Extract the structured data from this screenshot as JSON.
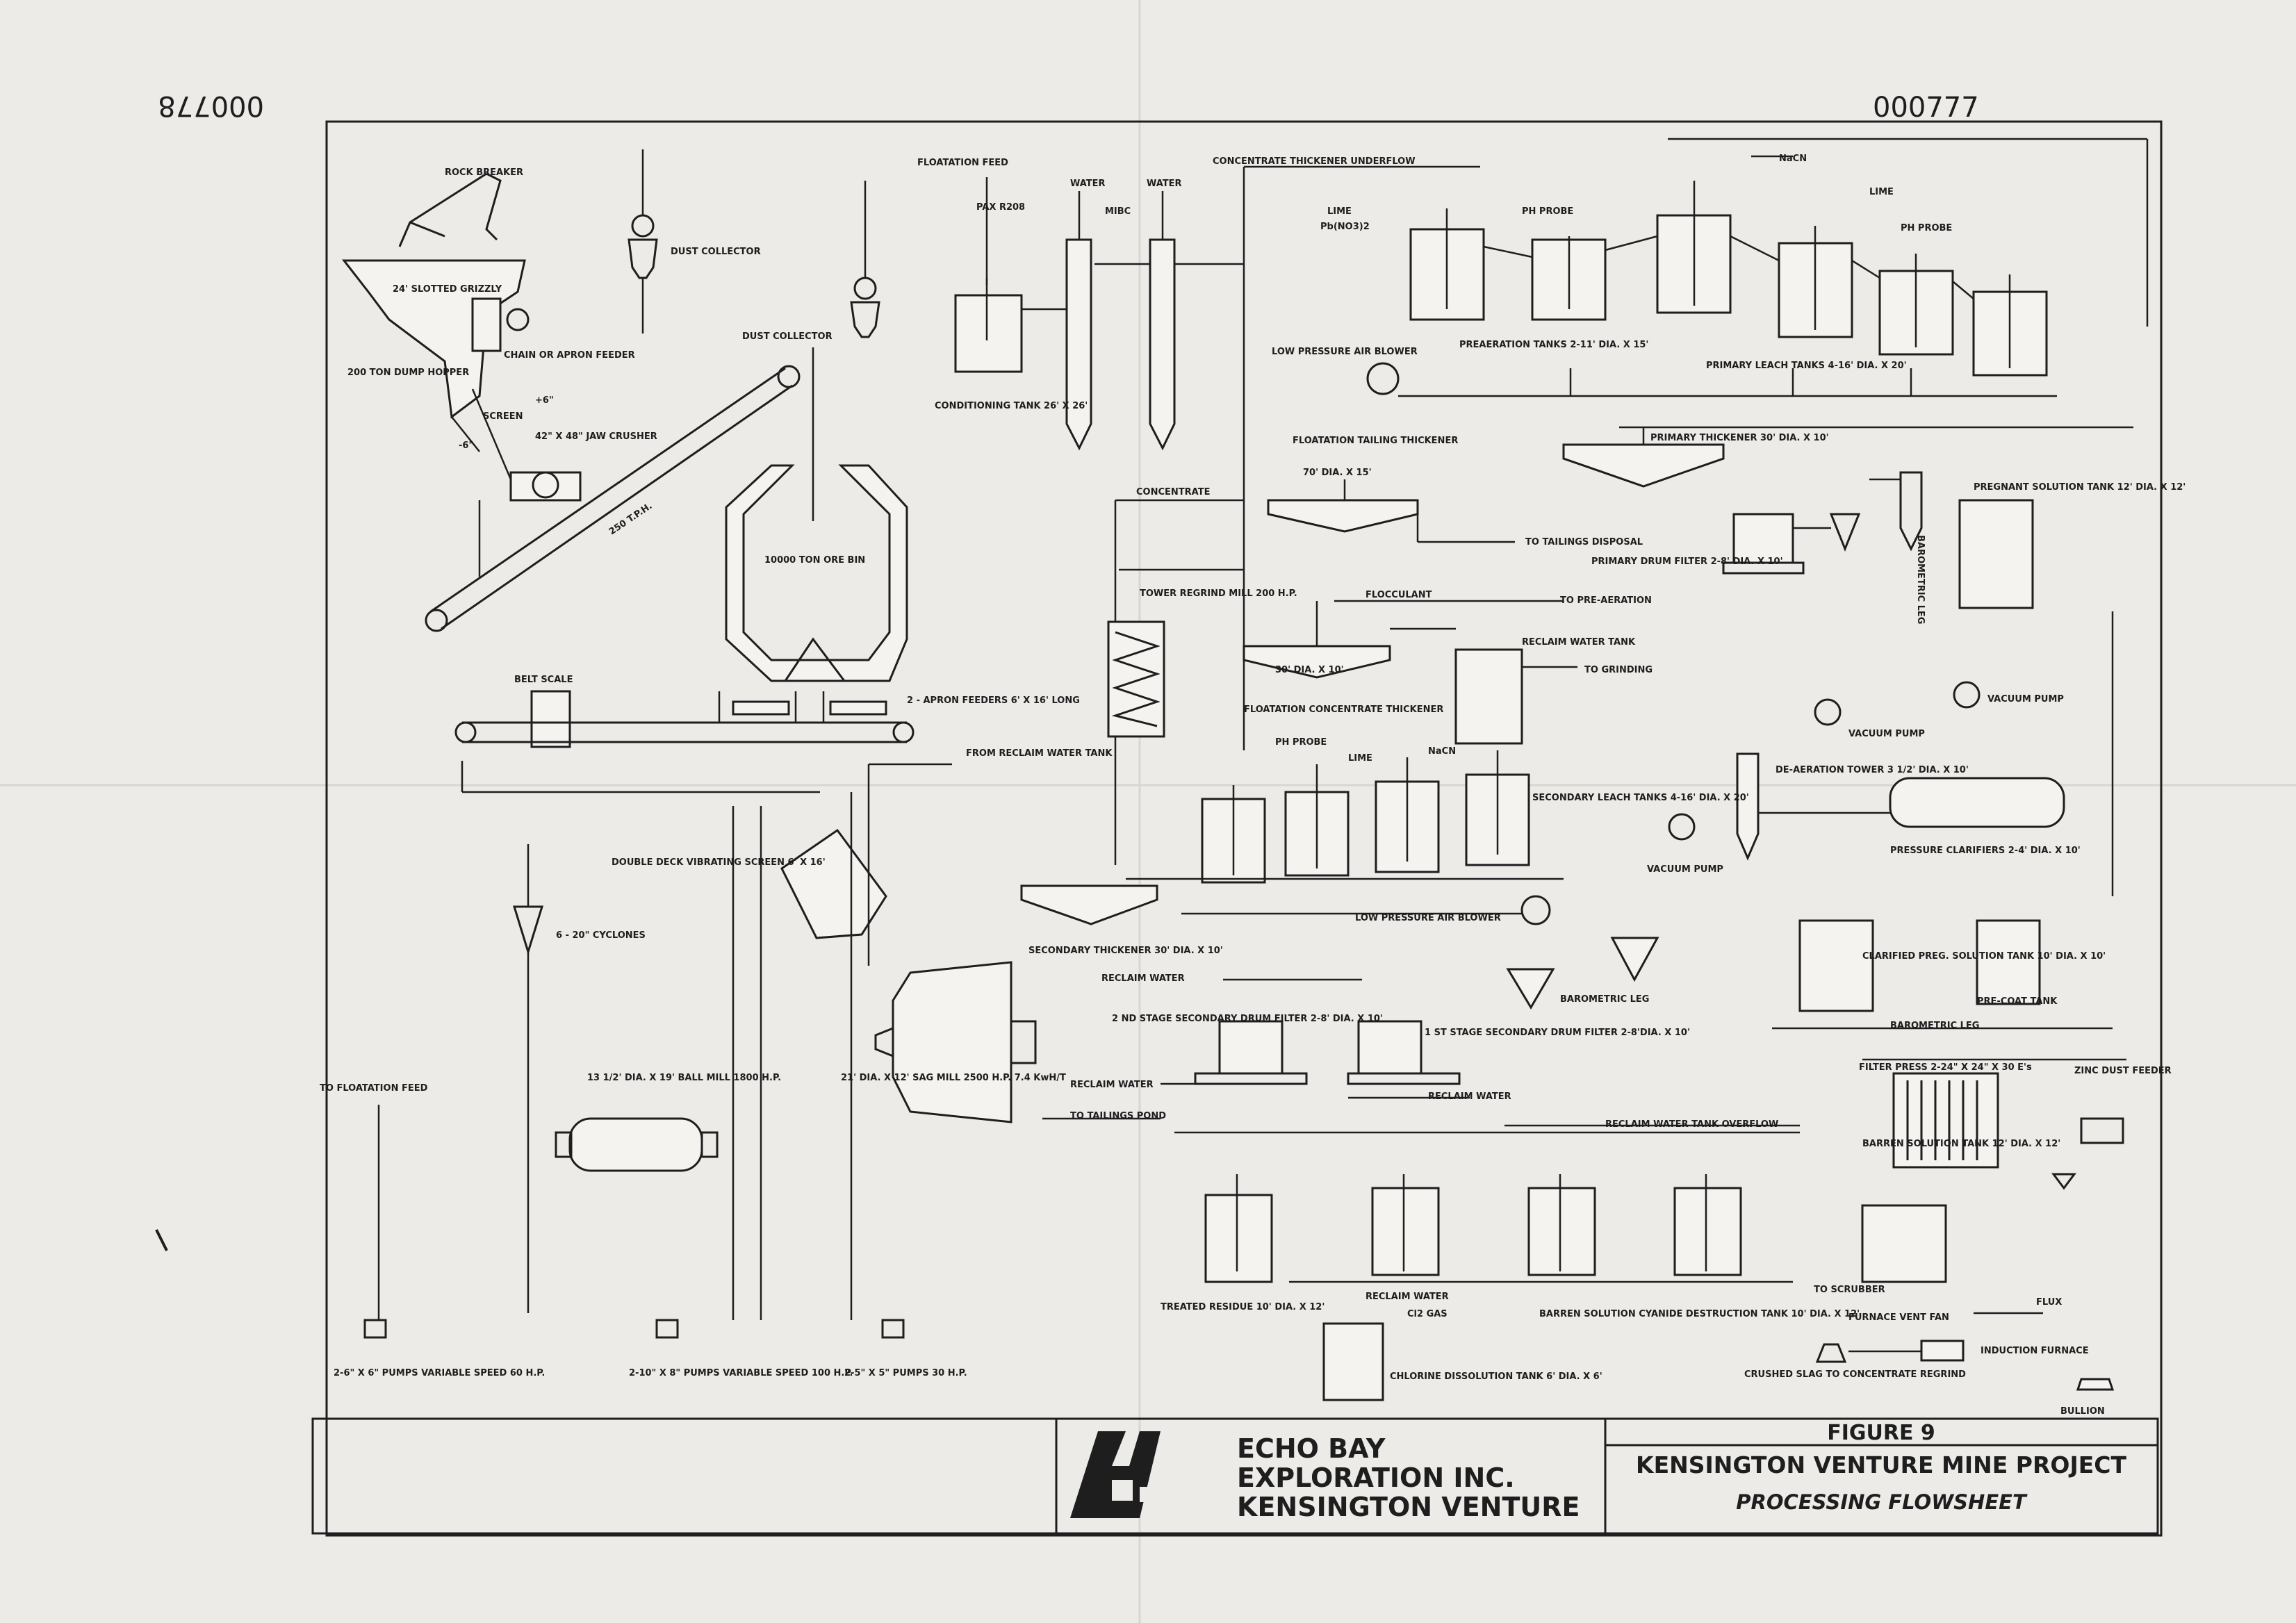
{
  "stamps": {
    "left": "000778",
    "right": "000777"
  },
  "equipment": {
    "rock_breaker": "ROCK BREAKER",
    "dust_collector_1": "DUST COLLECTOR",
    "dust_collector_2": "DUST COLLECTOR",
    "grizzly": "24' SLOTTED GRIZZLY",
    "apron_feeder": "CHAIN OR APRON FEEDER",
    "dump_hopper": "200 TON DUMP HOPPER",
    "screen": "SCREEN",
    "plus6": "+6\"",
    "minus6": "-6\"",
    "jaw_crusher": "42\" X 48\" JAW CRUSHER",
    "conveyor_rate": "250 T.P.H.",
    "ore_bin": "10000 TON ORE BIN",
    "belt_scale": "BELT SCALE",
    "apron_feeders_2": "2 - APRON FEEDERS 6' X 16' LONG",
    "from_reclaim": "FROM RECLAIM WATER TANK",
    "vib_screen": "DOUBLE DECK VIBRATING SCREEN 6' X 16'",
    "cyclones": "6 - 20\" CYCLONES",
    "to_flotation_feed": "TO FLOATATION FEED",
    "ball_mill": "13 1/2' DIA. X 19' BALL MILL 1800 H.P.",
    "sag_mill": "21' DIA. X 12' SAG MILL 2500 H.P. 7.4 KwH/T",
    "pumps_1": "2-6\" X 6\" PUMPS VARIABLE SPEED 60 H.P.",
    "pumps_2": "2-10\" X 8\" PUMPS VARIABLE SPEED 100 H.P.",
    "pumps_3": "2-5\" X 5\" PUMPS 30 H.P.",
    "floatation_feed": "FLOATATION FEED",
    "pax": "PAX R208",
    "water_1": "WATER",
    "water_2": "WATER",
    "mibc": "MIBC",
    "conditioning_tank": "CONDITIONING TANK 26' X 26'",
    "concentrate": "CONCENTRATE",
    "conc_thick_underflow": "CONCENTRATE THICKENER UNDERFLOW",
    "floatation_tailing_thickener": "FLOATATION TAILING THICKENER",
    "tailing_thick_size": "70' DIA. X 15'",
    "to_tailings_disposal": "TO TAILINGS DISPOSAL",
    "tower_regrind": "TOWER REGRIND MILL 200 H.P.",
    "flocculant": "FLOCCULANT",
    "to_pre_aeration": "TO PRE-AERATION",
    "conc_thickener": "FLOATATION CONCENTRATE THICKENER",
    "conc_thick_size": "30' DIA. X 10'",
    "reclaim_water_tank": "RECLAIM WATER TANK",
    "to_grinding": "TO GRINDING",
    "lime": "LIME",
    "pbno": "Pb(NO3)2",
    "ph_probe_1": "PH PROBE",
    "preaeration": "PREAERATION TANKS 2-11' DIA. X 15'",
    "lp_air_1": "LOW PRESSURE AIR BLOWER",
    "nacn_1": "NaCN",
    "lime_2": "LIME",
    "ph_probe_2": "PH PROBE",
    "primary_leach": "PRIMARY LEACH TANKS 4-16' DIA. X 20'",
    "primary_thickener": "PRIMARY THICKENER 30' DIA. X 10'",
    "primary_drum_filter": "PRIMARY DRUM FILTER 2-8' DIA. X 10'",
    "barometric_leg_1": "BAROMETRIC LEG",
    "pregnant_tank": "PREGNANT SOLUTION TANK 12' DIA. X 12'",
    "vacuum_pump_1": "VACUUM PUMP",
    "vacuum_pump_2": "VACUUM PUMP",
    "vacuum_pump_3": "VACUUM PUMP",
    "deaeration_tower": "DE-AERATION TOWER 3 1/2' DIA. X 10'",
    "pressure_clarifiers": "PRESSURE CLARIFIERS 2-4' DIA. X 10'",
    "clarified_tank": "CLARIFIED PREG. SOLUTION TANK 10' DIA. X 10'",
    "precoat_tank": "PRE-COAT TANK",
    "barometric_leg_2": "BAROMETRIC LEG",
    "barometric_leg_3": "BAROMETRIC LEG",
    "ph_probe_3": "PH PROBE",
    "lime_3": "LIME",
    "nacn_2": "NaCN",
    "secondary_leach": "SECONDARY LEACH TANKS 4-16' DIA. X 20'",
    "lp_air_2": "LOW PRESSURE AIR BLOWER",
    "secondary_thickener": "SECONDARY THICKENER 30' DIA. X 10'",
    "reclaim_water_1": "RECLAIM WATER",
    "reclaim_water_2": "RECLAIM WATER",
    "reclaim_water_3": "RECLAIM WATER",
    "reclaim_water_4": "RECLAIM WATER",
    "second_drum_filter": "2 ND STAGE SECONDARY DRUM FILTER 2-8' DIA. X 10'",
    "first_drum_filter": "1 ST STAGE SECONDARY DRUM FILTER 2-8'DIA. X 10'",
    "to_tailings_pond": "TO TAILINGS POND",
    "reclaim_overflow": "RECLAIM WATER TANK OVERFLOW",
    "treated_residue": "TREATED RESIDUE 10' DIA. X 12'",
    "cyanide_destruction": "BARREN SOLUTION CYANIDE DESTRUCTION TANK 10' DIA. X 12'",
    "chlorine_tank": "CHLORINE DISSOLUTION TANK 6' DIA. X 6'",
    "cl2": "Cl2 GAS",
    "filter_press": "FILTER PRESS 2-24\" X 24\" X 30 E's",
    "zinc_feeder": "ZINC DUST FEEDER",
    "barren_tank": "BARREN SOLUTION TANK 12' DIA. X 12'",
    "to_scrubber": "TO SCRUBBER",
    "furnace_fan": "FURNACE VENT FAN",
    "flux": "FLUX",
    "induction_furnace": "INDUCTION FURNACE",
    "crushed_slag": "CRUSHED SLAG TO CONCENTRATE REGRIND",
    "bullion": "BULLION"
  },
  "title_block": {
    "company_1": "ECHO BAY",
    "company_2": "EXPLORATION INC.",
    "company_3": "KENSINGTON VENTURE",
    "figure": "FIGURE 9",
    "project": "KENSINGTON VENTURE MINE PROJECT",
    "subtitle": "PROCESSING FLOWSHEET"
  }
}
